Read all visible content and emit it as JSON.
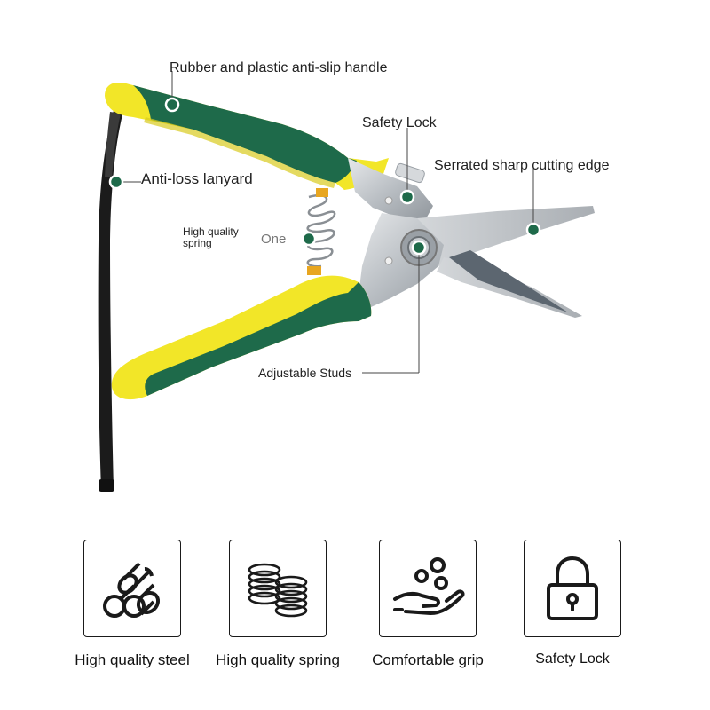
{
  "product": {
    "callouts": {
      "handle": "Rubber and plastic anti-slip handle",
      "safety_lock": "Safety Lock",
      "cutting_edge": "Serrated sharp cutting edge",
      "lanyard": "Anti-loss lanyard",
      "spring_line1": "High quality",
      "spring_line2": "spring",
      "one": "One",
      "studs": "Adjustable Studs"
    },
    "colors": {
      "handle_yellow": "#f2e628",
      "handle_green": "#1e6a4a",
      "blade_steel": "#c9cdd1",
      "lanyard_black": "#1b1b1b",
      "marker_fill": "#1e6a4a"
    }
  },
  "features": [
    {
      "icon": "steel-bars-icon",
      "label": "High quality steel"
    },
    {
      "icon": "spring-coils-icon",
      "label": "High quality spring"
    },
    {
      "icon": "hand-grip-icon",
      "label": "Comfortable grip"
    },
    {
      "icon": "padlock-icon",
      "label": "Safety Lock"
    }
  ]
}
